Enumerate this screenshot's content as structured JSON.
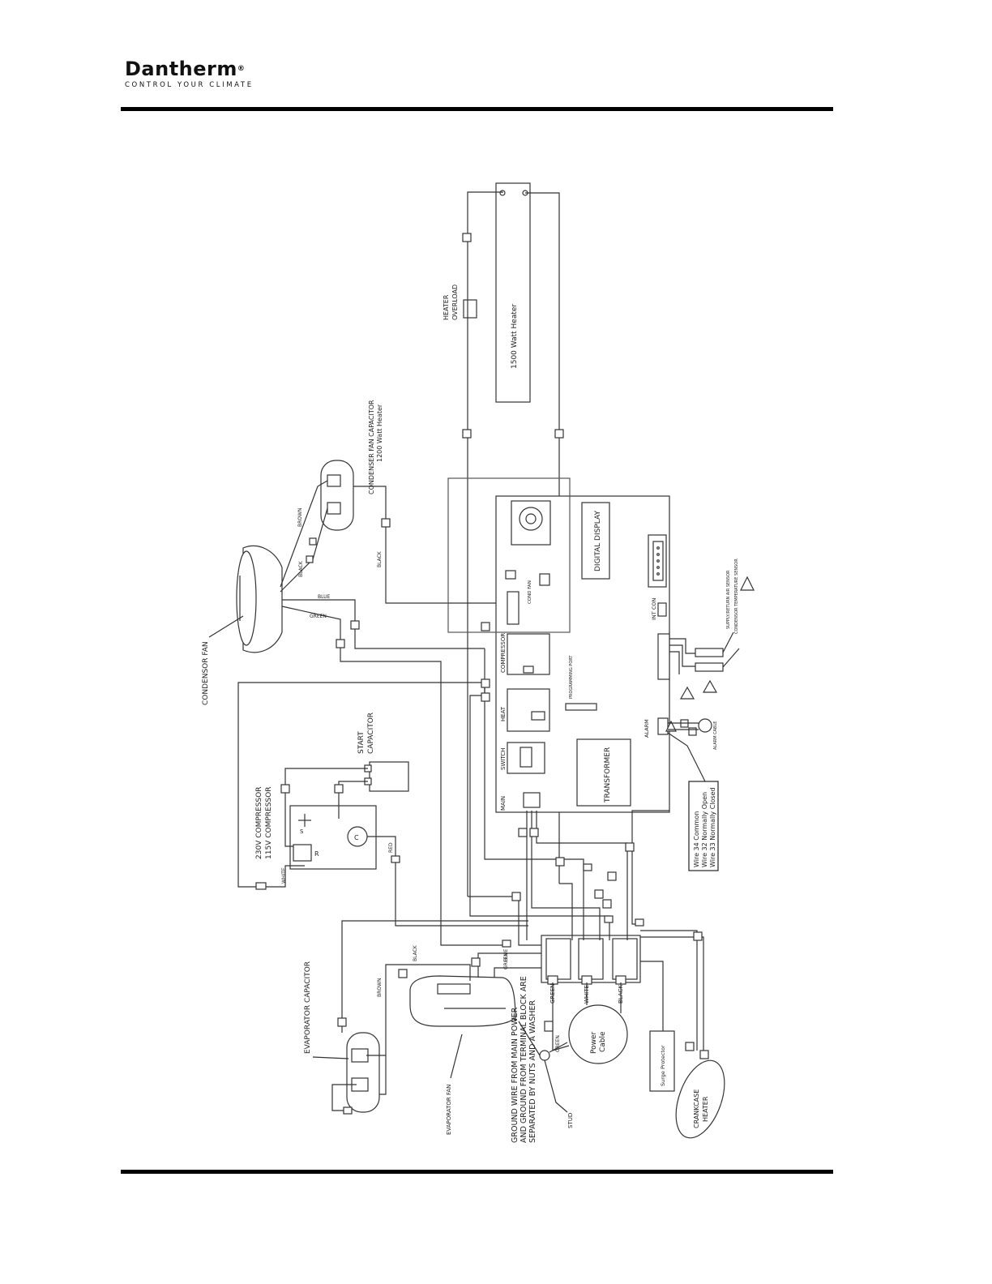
{
  "header": {
    "brand": "Dantherm",
    "registered": "®",
    "tagline": "CONTROL YOUR CLIMATE"
  },
  "diagram": {
    "heater_overload": [
      "HEATER",
      "OVERLOAD"
    ],
    "heater_1500": "1500 Watt Heater",
    "cond_fan_capacitor": [
      "CONDENSER FAN CAPACITOR",
      "1200 Watt Heater"
    ],
    "condensor_fan": "CONDENSOR FAN",
    "start_capacitor": [
      "START",
      "CAPACITOR"
    ],
    "compressor": [
      "230V COMPRESSOR",
      "115V COMPRESSOR"
    ],
    "evaporator_capacitor": "EVAPORATOR CAPACITOR",
    "evaporator_fan": "EVAPORATOR FAN",
    "ground_note": [
      "GROUND WIRE FROM MAIN POWER",
      "AND GROUND FROM TERMINAL BLOCK ARE",
      "SEPARATED BY NUTS AND A WASHER"
    ],
    "stud": "STUD",
    "power_cable": [
      "Power",
      "Cable"
    ],
    "surge_protector": "Surge Protector",
    "crankcase_heater": [
      "CRANKCASE",
      "HEATER"
    ],
    "digital_display": "DIGITAL DISPLAY",
    "transformer": "TRANSFORMER",
    "board": {
      "compressor": "COMPRESSOR",
      "heat": "HEAT",
      "switch": "SWITCH",
      "main": "MAIN",
      "alarm": "ALARM",
      "int_con": "INT CON",
      "cond_fan": "COND FAN",
      "programming_port": "PROGRAMMING PORT"
    },
    "sensors": [
      "SUPPLY/RETURN AIR SENSOR",
      "CONDENSOR TEMPERATURE SENSOR"
    ],
    "alarm_cable": "ALARM CABLE",
    "wire_legend": [
      "Wire 34 Common",
      "Wire 32 Normally Open",
      "Wire 33 Normally Closed"
    ],
    "wire_colors": [
      "BROWN",
      "BLACK",
      "GREEN",
      "BLUE",
      "WHITE",
      "RED"
    ],
    "terminal_labels": [
      "GREEN",
      "WHITE",
      "BLACK"
    ],
    "compressor_terminals": [
      "S",
      "C",
      "R"
    ]
  }
}
